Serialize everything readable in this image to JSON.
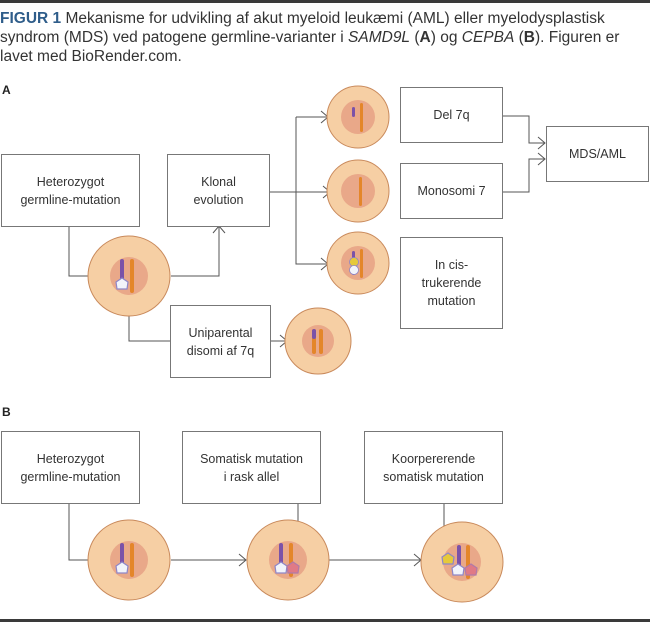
{
  "caption": {
    "label": "FIGUR 1",
    "text_1": " Mekanisme for udvikling af akut myeloid leukæmi (AML) eller myelodysplastisk syndrom (MDS) ved patogene germline-varianter i ",
    "gene_a": "SAMD9L",
    "text_2": " (",
    "panel_a_ref": "A",
    "text_3": ") og ",
    "gene_b": "CEPBA",
    "text_4": " (",
    "panel_b_ref": "B",
    "text_5": ").",
    "text_6": " Figuren er lavet med BioRender.com."
  },
  "panel_a": {
    "label": "A",
    "boxes": {
      "heterozygot": "Heterozygot\ngermline-mutation",
      "klonal": "Klonal\nevolution",
      "uniparental": "Uniparental\ndisomi af 7q",
      "del7q": "Del 7q",
      "monosomi": "Monosomi 7",
      "incis": "In cis-\ntrukerende\nmutation",
      "mdsaml": "MDS/AML"
    }
  },
  "panel_b": {
    "label": "B",
    "boxes": {
      "heterozygot": "Heterozygot\ngermline-mutation",
      "somatisk": "Somatisk mutation\ni rask allel",
      "koorp": "Koorpererende\nsomatisk mutation"
    }
  },
  "colors": {
    "cell_fill": "#f6cfa4",
    "cell_stroke": "#c98a5c",
    "nucleus_fill": "#e9a889",
    "chromosome_purple": "#7b52a8",
    "chromosome_orange": "#e4862a",
    "mutation_white": "#f2f4fb",
    "mutation_white_stroke": "#8e86c8",
    "mutation_yellow": "#e6c93a",
    "mutation_pink": "#e07a86",
    "line": "#555555",
    "figure_label": "#2f5d8a"
  }
}
